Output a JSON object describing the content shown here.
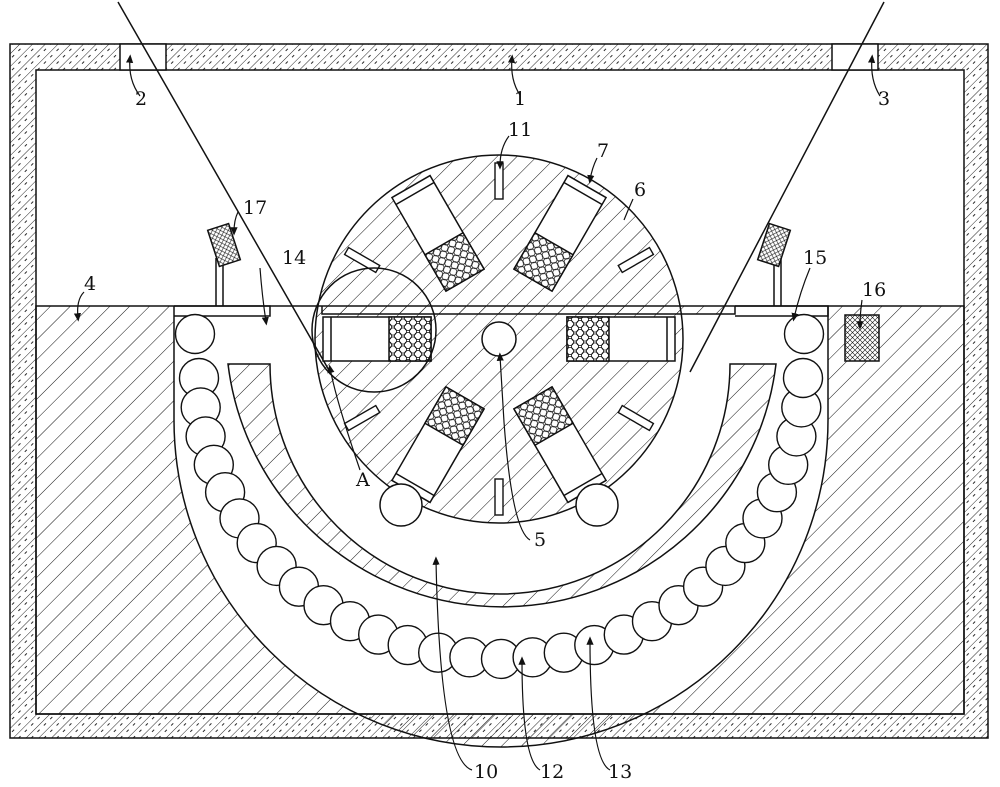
{
  "labels": {
    "l1": "1",
    "l2": "2",
    "l3": "3",
    "l4": "4",
    "l5": "5",
    "l6": "6",
    "l7": "7",
    "l10": "10",
    "l11": "11",
    "l12": "12",
    "l13": "13",
    "l14": "14",
    "l15": "15",
    "l16": "16",
    "l17": "17",
    "lA": "A"
  },
  "colors": {
    "line": "#111111",
    "background": "#ffffff"
  }
}
